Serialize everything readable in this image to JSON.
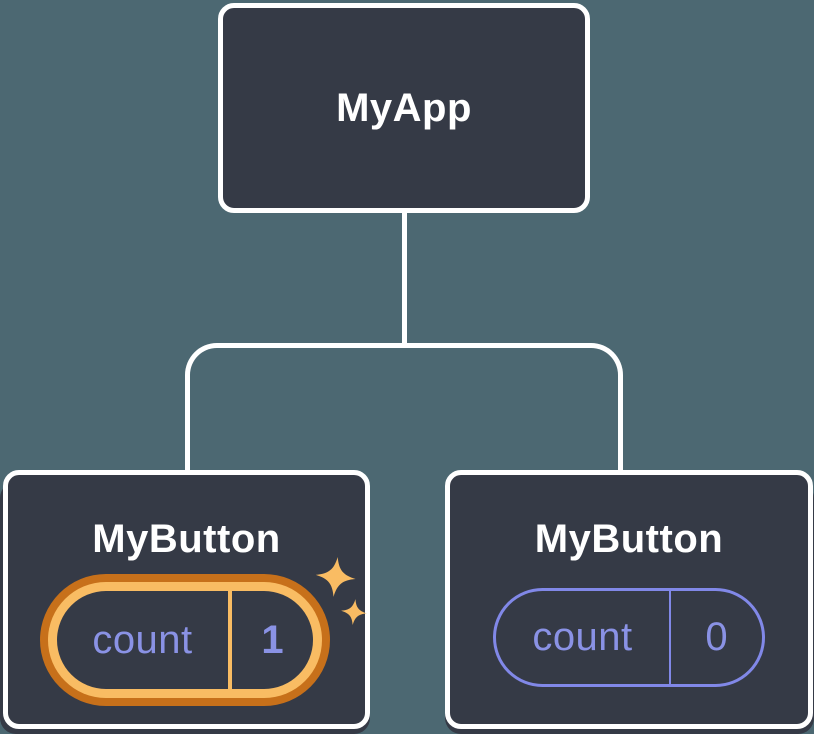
{
  "diagram": {
    "background_color": "#4c6872",
    "node_fill_color": "#353a46",
    "node_border_color": "#ffffff",
    "state_text_color": "#8a92e5",
    "highlight_ring_outer_color": "#c7701a",
    "highlight_ring_inner_color": "#f9bc63",
    "root": {
      "label": "MyApp"
    },
    "children": [
      {
        "label": "MyButton",
        "state_key": "count",
        "state_value": "1",
        "highlighted": true
      },
      {
        "label": "MyButton",
        "state_key": "count",
        "state_value": "0",
        "highlighted": false
      }
    ]
  }
}
